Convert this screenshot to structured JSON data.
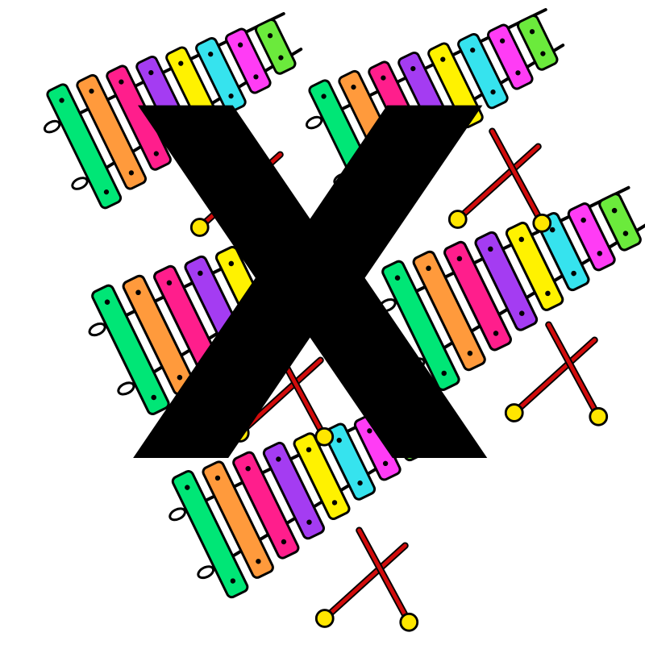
{
  "illustration": {
    "subject": "xylophone",
    "letter": "X",
    "letter_color": "#000000",
    "background_color": "#ffffff",
    "xylophone_count": 5,
    "bar_colors": [
      "#00e676",
      "#ff9a3c",
      "#ff1e8c",
      "#a43cf2",
      "#fff200",
      "#36e3ee",
      "#ff3cf5",
      "#6bea3c"
    ],
    "outline_color": "#000000",
    "mallet_stick_color": "#d10c0c",
    "mallet_head_color": "#ffe600",
    "icons": [
      "xylophone-icon",
      "mallet-icon"
    ]
  }
}
